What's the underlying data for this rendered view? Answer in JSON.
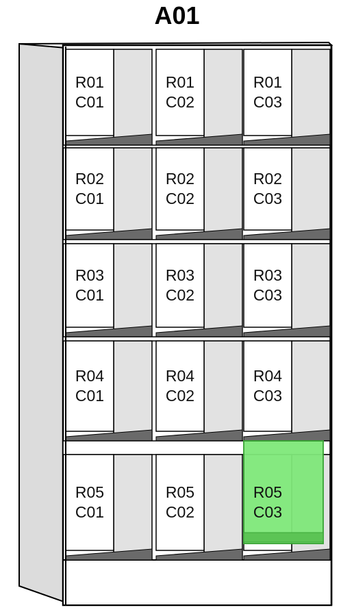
{
  "title": "A01",
  "colors": {
    "panel_fill": "#ffffff",
    "outline": "#000000",
    "side_panel": "#dcdcdc",
    "inner_wall": "#e2e2e2",
    "shelf_floor": "#6a6a6a",
    "highlight_fill": "#7fe87a",
    "highlight_floor": "#5cc455"
  },
  "highlighted": "R05C03",
  "rows": [
    {
      "id": "R01",
      "cells": [
        {
          "row": "R01",
          "col": "C01"
        },
        {
          "row": "R01",
          "col": "C02"
        },
        {
          "row": "R01",
          "col": "C03"
        }
      ]
    },
    {
      "id": "R02",
      "cells": [
        {
          "row": "R02",
          "col": "C01"
        },
        {
          "row": "R02",
          "col": "C02"
        },
        {
          "row": "R02",
          "col": "C03"
        }
      ]
    },
    {
      "id": "R03",
      "cells": [
        {
          "row": "R03",
          "col": "C01"
        },
        {
          "row": "R03",
          "col": "C02"
        },
        {
          "row": "R03",
          "col": "C03"
        }
      ]
    },
    {
      "id": "R04",
      "cells": [
        {
          "row": "R04",
          "col": "C01"
        },
        {
          "row": "R04",
          "col": "C02"
        },
        {
          "row": "R04",
          "col": "C03"
        }
      ]
    },
    {
      "id": "R05",
      "cells": [
        {
          "row": "R05",
          "col": "C01"
        },
        {
          "row": "R05",
          "col": "C02"
        },
        {
          "row": "R05",
          "col": "C03"
        }
      ]
    }
  ]
}
